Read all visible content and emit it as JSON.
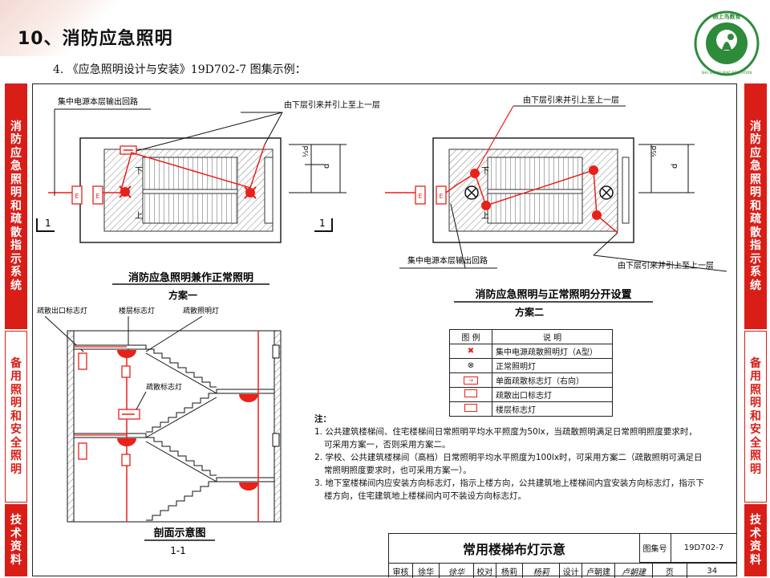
{
  "header": {
    "title": "10、消防应急照明",
    "subtitle": "4. 《应急照明设计与安装》19D702-7 图集示例：",
    "logo_text": "树上鸟教育",
    "logo_sub": "SHU SHANG NIAO EDUCATION"
  },
  "side_tabs": {
    "tab1": [
      "消",
      "防",
      "应",
      "急",
      "照",
      "明",
      "和",
      "疏",
      "散",
      "指",
      "示",
      "系",
      "统"
    ],
    "tab2": [
      "备",
      "用",
      "照",
      "明",
      "和",
      "安",
      "全",
      "照",
      "明"
    ],
    "tab3": [
      "技",
      "术",
      "资",
      "料"
    ]
  },
  "plan1": {
    "label_source": "集中电源本层输出回路",
    "label_riser": "由下层引来并引上至上一层",
    "caption": "消防应急照明兼作正常照明",
    "scheme": "方案一",
    "section_mark": "1",
    "dim_half": "½d",
    "dim_full": "d",
    "down": "下",
    "up": "上",
    "e_box": "E"
  },
  "plan2": {
    "label_riser_top": "由下层引来并引上至上一层",
    "label_source": "集中电源本层输出回路",
    "label_riser_bottom": "由下层引来并引上至上一层",
    "caption": "消防应急照明与正常照明分开设置",
    "scheme": "方案二",
    "dim_half": "½d",
    "dim_full": "d",
    "down": "下",
    "up": "上",
    "e_box": "E"
  },
  "section": {
    "label_exit": "疏散出口标志灯",
    "label_floor": "楼层标志灯",
    "label_evac_light": "疏散照明灯",
    "label_dir_sign": "疏散标志灯",
    "caption": "剖面示意图",
    "scale": "1-1"
  },
  "legend": {
    "col_symbol": "图 例",
    "col_desc": "说 明",
    "rows": [
      {
        "icon": "red-x-lamp-icon",
        "desc": "集中电源疏散照明灯（A型）"
      },
      {
        "icon": "circle-x-lamp-icon",
        "desc": "正常照明灯"
      },
      {
        "icon": "direction-sign-icon",
        "desc": "单面疏散标志灯（右向）"
      },
      {
        "icon": "exit-sign-icon",
        "desc": "疏散出口标志灯"
      },
      {
        "icon": "floor-sign-icon",
        "desc": "楼层标志灯"
      }
    ]
  },
  "notes": {
    "heading": "注：",
    "items": [
      "1. 公共建筑楼梯间、住宅楼梯间日常照明平均水平照度为50lx，当疏散照明满足日常照明照度要求时，",
      "可采用方案一，否则采用方案二。",
      "2. 学校、公共建筑楼梯间（高档）日常照明平均水平照度为100lx时，可采用方案二（疏散照明可满足日",
      "常照明照度要求时，也可采用方案一）。",
      "3. 地下室楼梯间内应安装方向标志灯，指示上楼方向，公共建筑地上楼梯间内宜安装方向标志灯，指示下",
      "楼方向，住宅建筑地上楼梯间内可不装设方向标志灯。"
    ]
  },
  "title_block": {
    "drawing_title": "常用楼梯布灯示意",
    "atlas_label": "图集号",
    "atlas_no": "19D702-7",
    "page_label": "页",
    "page_no": "34",
    "review_label": "审核",
    "reviewer": "徐华",
    "reviewer_sig": "徐华",
    "check_label": "校对",
    "checker": "杨莉",
    "checker_sig": "杨莉",
    "design_label": "设计",
    "designer": "卢朝建",
    "designer_sig": "卢朝建"
  },
  "colors": {
    "accent_red": "#d91e18",
    "lamp_red": "#e8211b",
    "logo_green": "#2e8b3a"
  }
}
